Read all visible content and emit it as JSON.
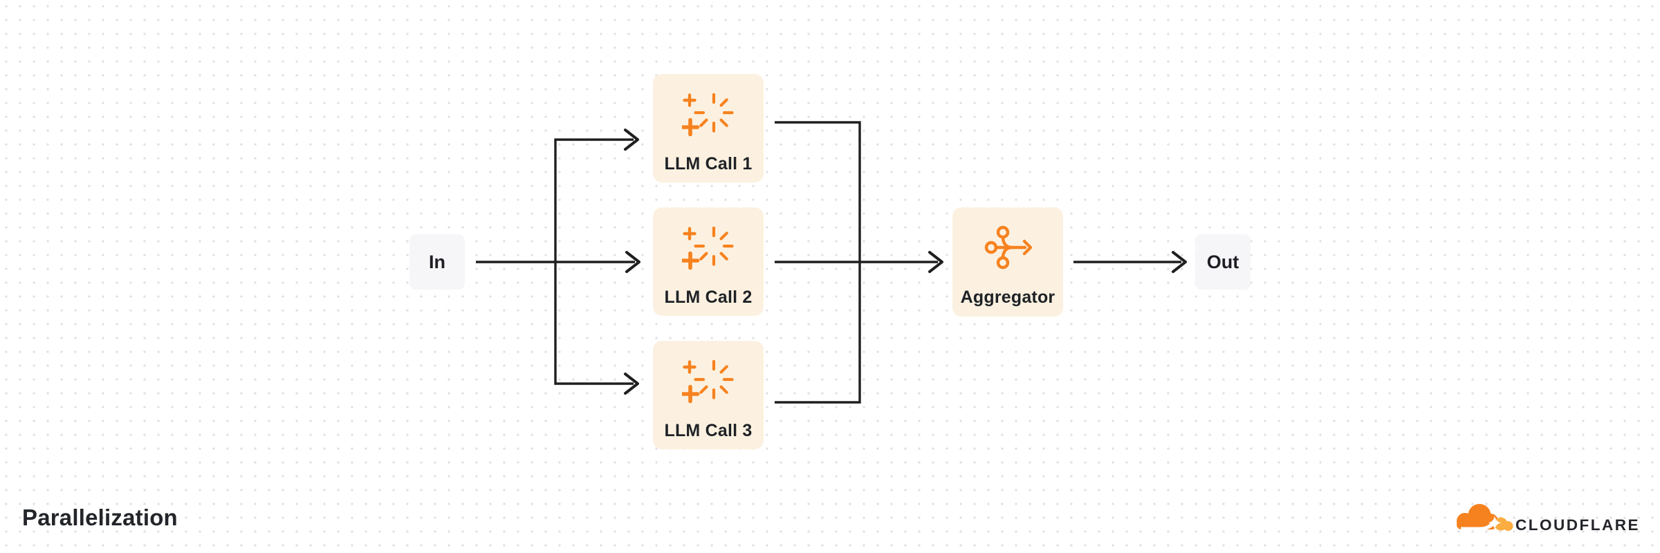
{
  "diagram": {
    "title": "Parallelization",
    "nodes": {
      "in": {
        "label": "In",
        "type": "io"
      },
      "llm1": {
        "label": "LLM Call 1",
        "type": "task",
        "icon": "sparkle-icon"
      },
      "llm2": {
        "label": "LLM Call 2",
        "type": "task",
        "icon": "sparkle-icon"
      },
      "llm3": {
        "label": "LLM Call 3",
        "type": "task",
        "icon": "sparkle-icon"
      },
      "aggregator": {
        "label": "Aggregator",
        "type": "task",
        "icon": "merge-arrow-icon"
      },
      "out": {
        "label": "Out",
        "type": "io"
      }
    },
    "edges": [
      {
        "from": "in",
        "to": "llm1"
      },
      {
        "from": "in",
        "to": "llm2"
      },
      {
        "from": "in",
        "to": "llm3"
      },
      {
        "from": "llm1",
        "to": "aggregator"
      },
      {
        "from": "llm2",
        "to": "aggregator"
      },
      {
        "from": "llm3",
        "to": "aggregator"
      },
      {
        "from": "aggregator",
        "to": "out"
      }
    ],
    "colors": {
      "task_node_fill": "#FCF1E0",
      "io_node_fill": "#F6F6F8",
      "icon_orange": "#F6821F",
      "logo_orange_light": "#FBAD41",
      "connector": "#1F1F1F",
      "text": "#1E2126",
      "background_dot": "#E0E0E3"
    }
  },
  "branding": {
    "wordmark": "CLOUDFLARE",
    "logo_icon": "cloudflare-cloud-icon"
  }
}
